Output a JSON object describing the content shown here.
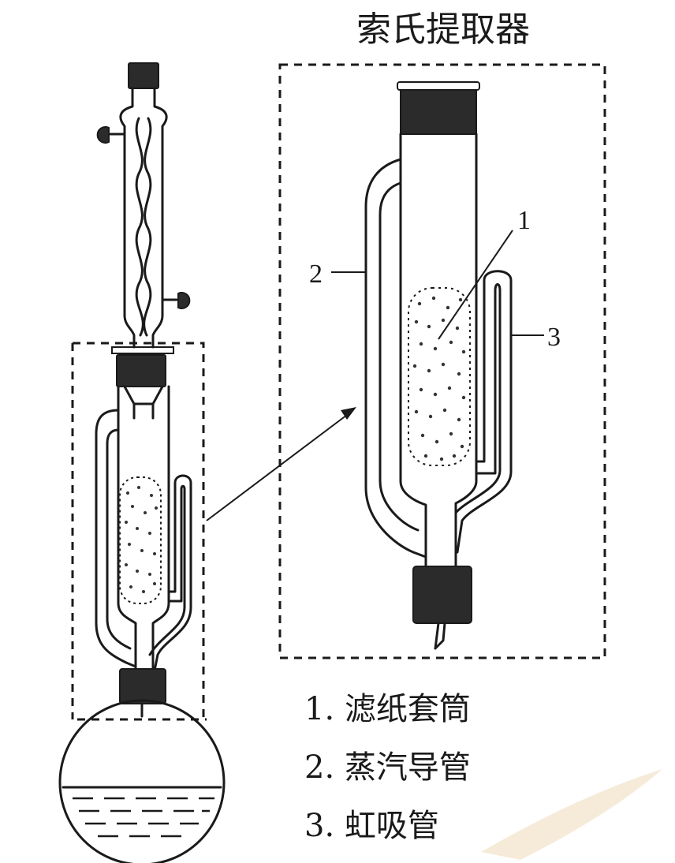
{
  "title": "索氏提取器",
  "callouts": {
    "one": "1",
    "two": "2",
    "three": "3"
  },
  "legend": [
    "1. 滤纸套筒",
    "2. 蒸汽导管",
    "3. 虹吸管"
  ],
  "colors": {
    "stroke": "#1a1a1a",
    "stopper": "#2b2b2b",
    "background": "#ffffff",
    "watermark": "#f4e6cf"
  }
}
